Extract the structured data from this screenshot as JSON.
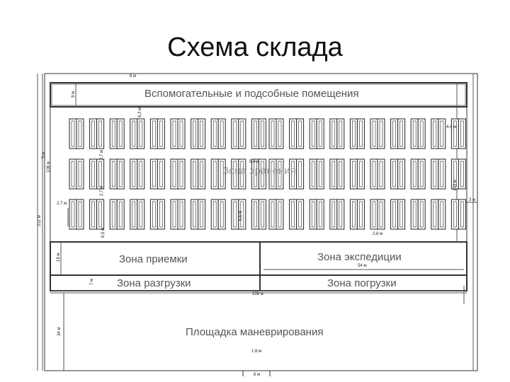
{
  "title": "Схема склада",
  "zones": {
    "auxiliary": "Вспомогательные и подсобные помещения",
    "storage": "Зона хранения",
    "receiving": "Зона приемки",
    "expedition": "Зона экспедиции",
    "unloading": "Зона разгрузки",
    "loading": "Зона погрузки",
    "maneuvering": "Площадка маневрирования"
  },
  "dims": {
    "top_gap": "6 м",
    "aux_height": "9 м",
    "aisle_top": "6,3 м",
    "rack_right_gap": "4,4 м",
    "row_gap_1": "2,7 м",
    "center_5_4": "5,4 м",
    "total_left_1": "108 м",
    "total_left_2": "212 м",
    "right_1": "173 м",
    "left_2_7": "2,7 м",
    "row_gap_2": "2,7 м",
    "side_gap_right": "3 м",
    "rack_depth": "6,6 м",
    "bottom_gap": "6,5 м",
    "rack_corner": "2,8 м",
    "recv_height": "18 м",
    "exp_width": "54 м",
    "unload_height": "7 м",
    "width_108": "108 м",
    "maneuver_height": "34 м",
    "ratio": "1:8 м",
    "bottom_6": "6 м",
    "left_5": "5 м"
  }
}
